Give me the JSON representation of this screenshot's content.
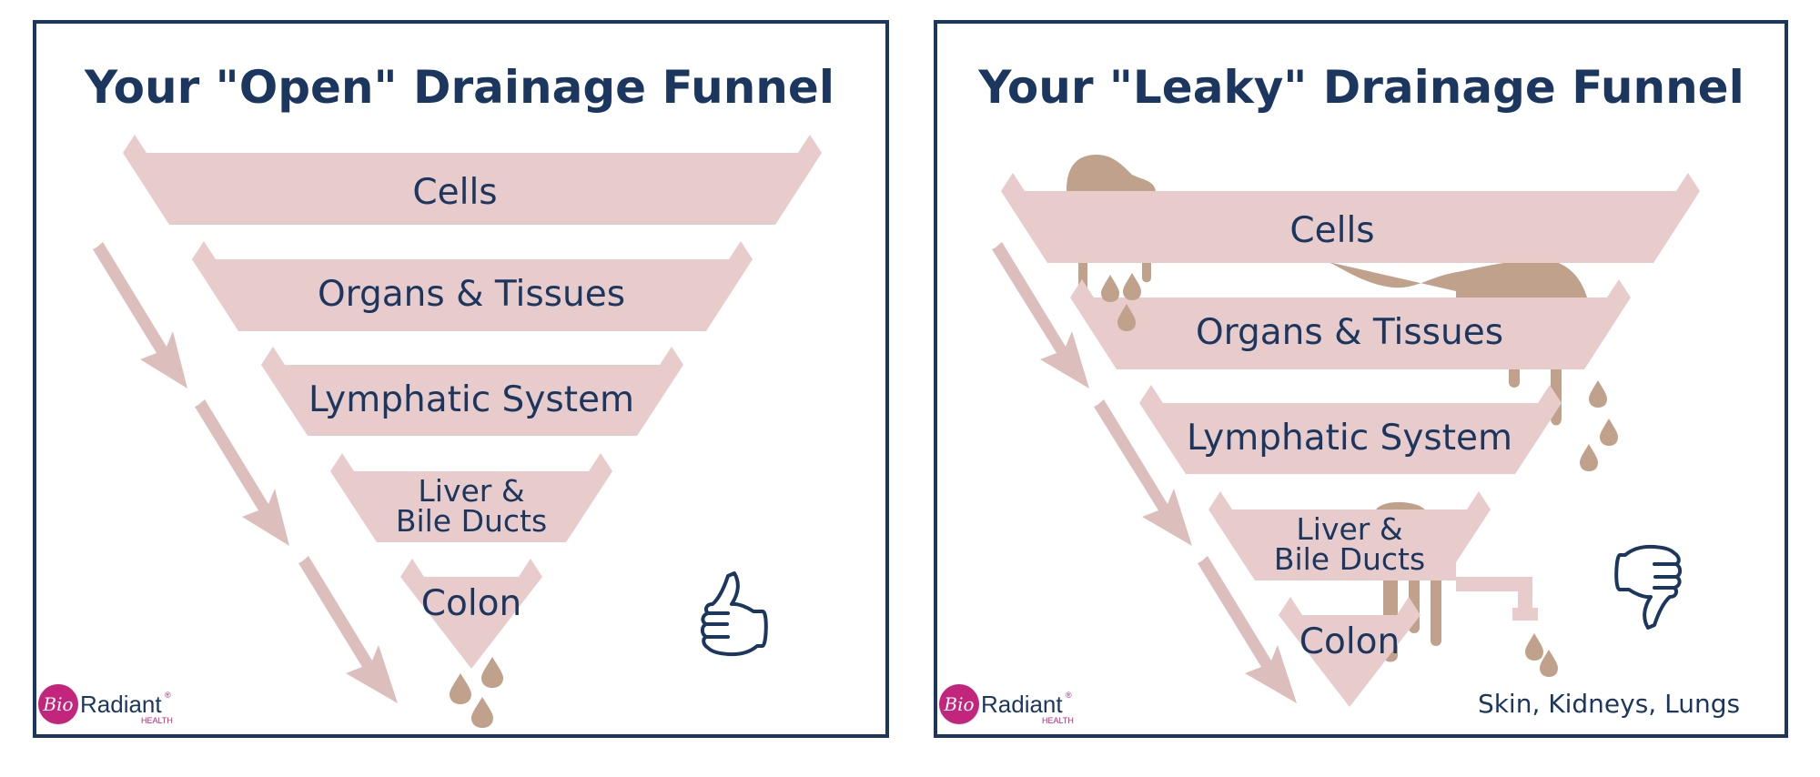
{
  "panels": [
    {
      "title": "Your \"Open\" Drainage Funnel",
      "stages": [
        {
          "label": "Cells"
        },
        {
          "label": "Organs & Tissues"
        },
        {
          "label": "Lymphatic System"
        },
        {
          "label": "Liver &",
          "label2": "Bile Ducts"
        },
        {
          "label": "Colon"
        }
      ],
      "verdict_icon": "thumbs-up-icon",
      "footer_text": "",
      "logo": {
        "script": "Bio",
        "name": "Radiant",
        "tm": "®",
        "sub": "HEALTH"
      }
    },
    {
      "title": "Your \"Leaky\" Drainage Funnel",
      "stages": [
        {
          "label": "Cells"
        },
        {
          "label": "Organs & Tissues"
        },
        {
          "label": "Lymphatic System"
        },
        {
          "label": "Liver &",
          "label2": "Bile Ducts"
        },
        {
          "label": "Colon"
        }
      ],
      "verdict_icon": "thumbs-down-icon",
      "footer_text": "Skin, Kidneys, Lungs",
      "logo": {
        "script": "Bio",
        "name": "Radiant",
        "tm": "®",
        "sub": "HEALTH"
      }
    }
  ],
  "colors": {
    "frame": "#1c375f",
    "funnel": "#e8cccb",
    "arrow": "#dcbfbc",
    "leak": "#c0a28c",
    "text": "#1c375f",
    "logo_accent": "#c2257b"
  }
}
